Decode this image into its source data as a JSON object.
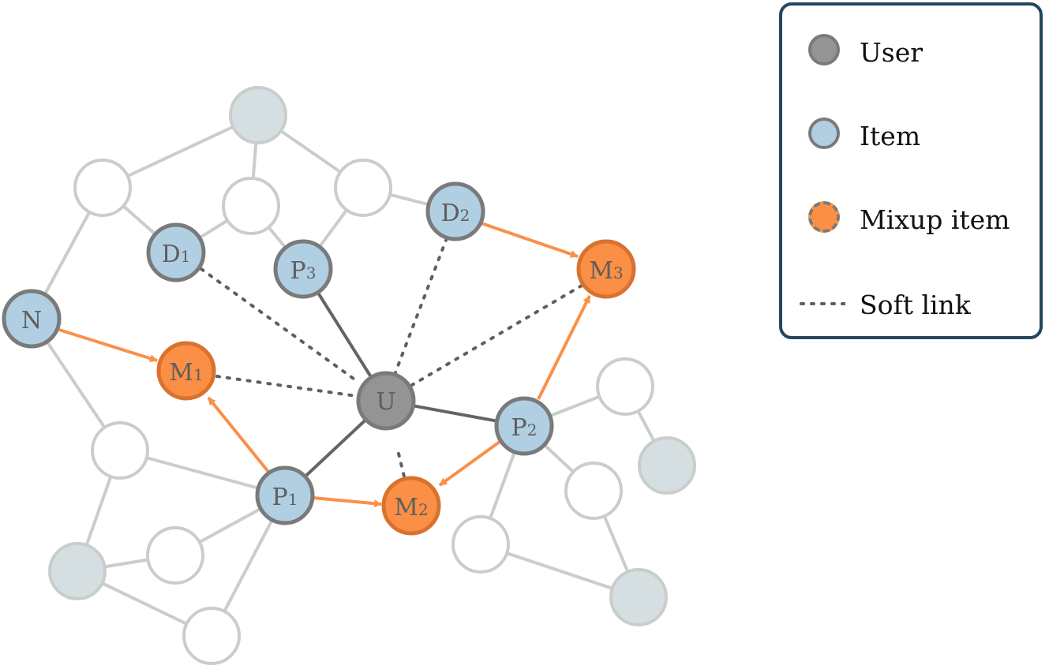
{
  "nodes": {
    "u": "U",
    "p1": "P1",
    "p2": "P2",
    "p3": "P3",
    "d1": "D1",
    "d2": "D2",
    "m1": "M1",
    "m2": "M2",
    "m3": "M3",
    "n": "N"
  },
  "colors": {
    "user_fill": "#949494",
    "user_stroke": "#7a7a7a",
    "item_fill": "#b0cfe2",
    "item_stroke": "#7a7a7a",
    "mixup_fill": "#fa8f45",
    "mixup_stroke": "#d9722f",
    "bg_node_fill": "#d5dfe1",
    "bg_node_stroke": "#c9cdcc",
    "legend_border": "#24475e"
  },
  "legend": {
    "user": "User",
    "item": "Item",
    "mixup": "Mixup item",
    "soft_link": "Soft link"
  }
}
